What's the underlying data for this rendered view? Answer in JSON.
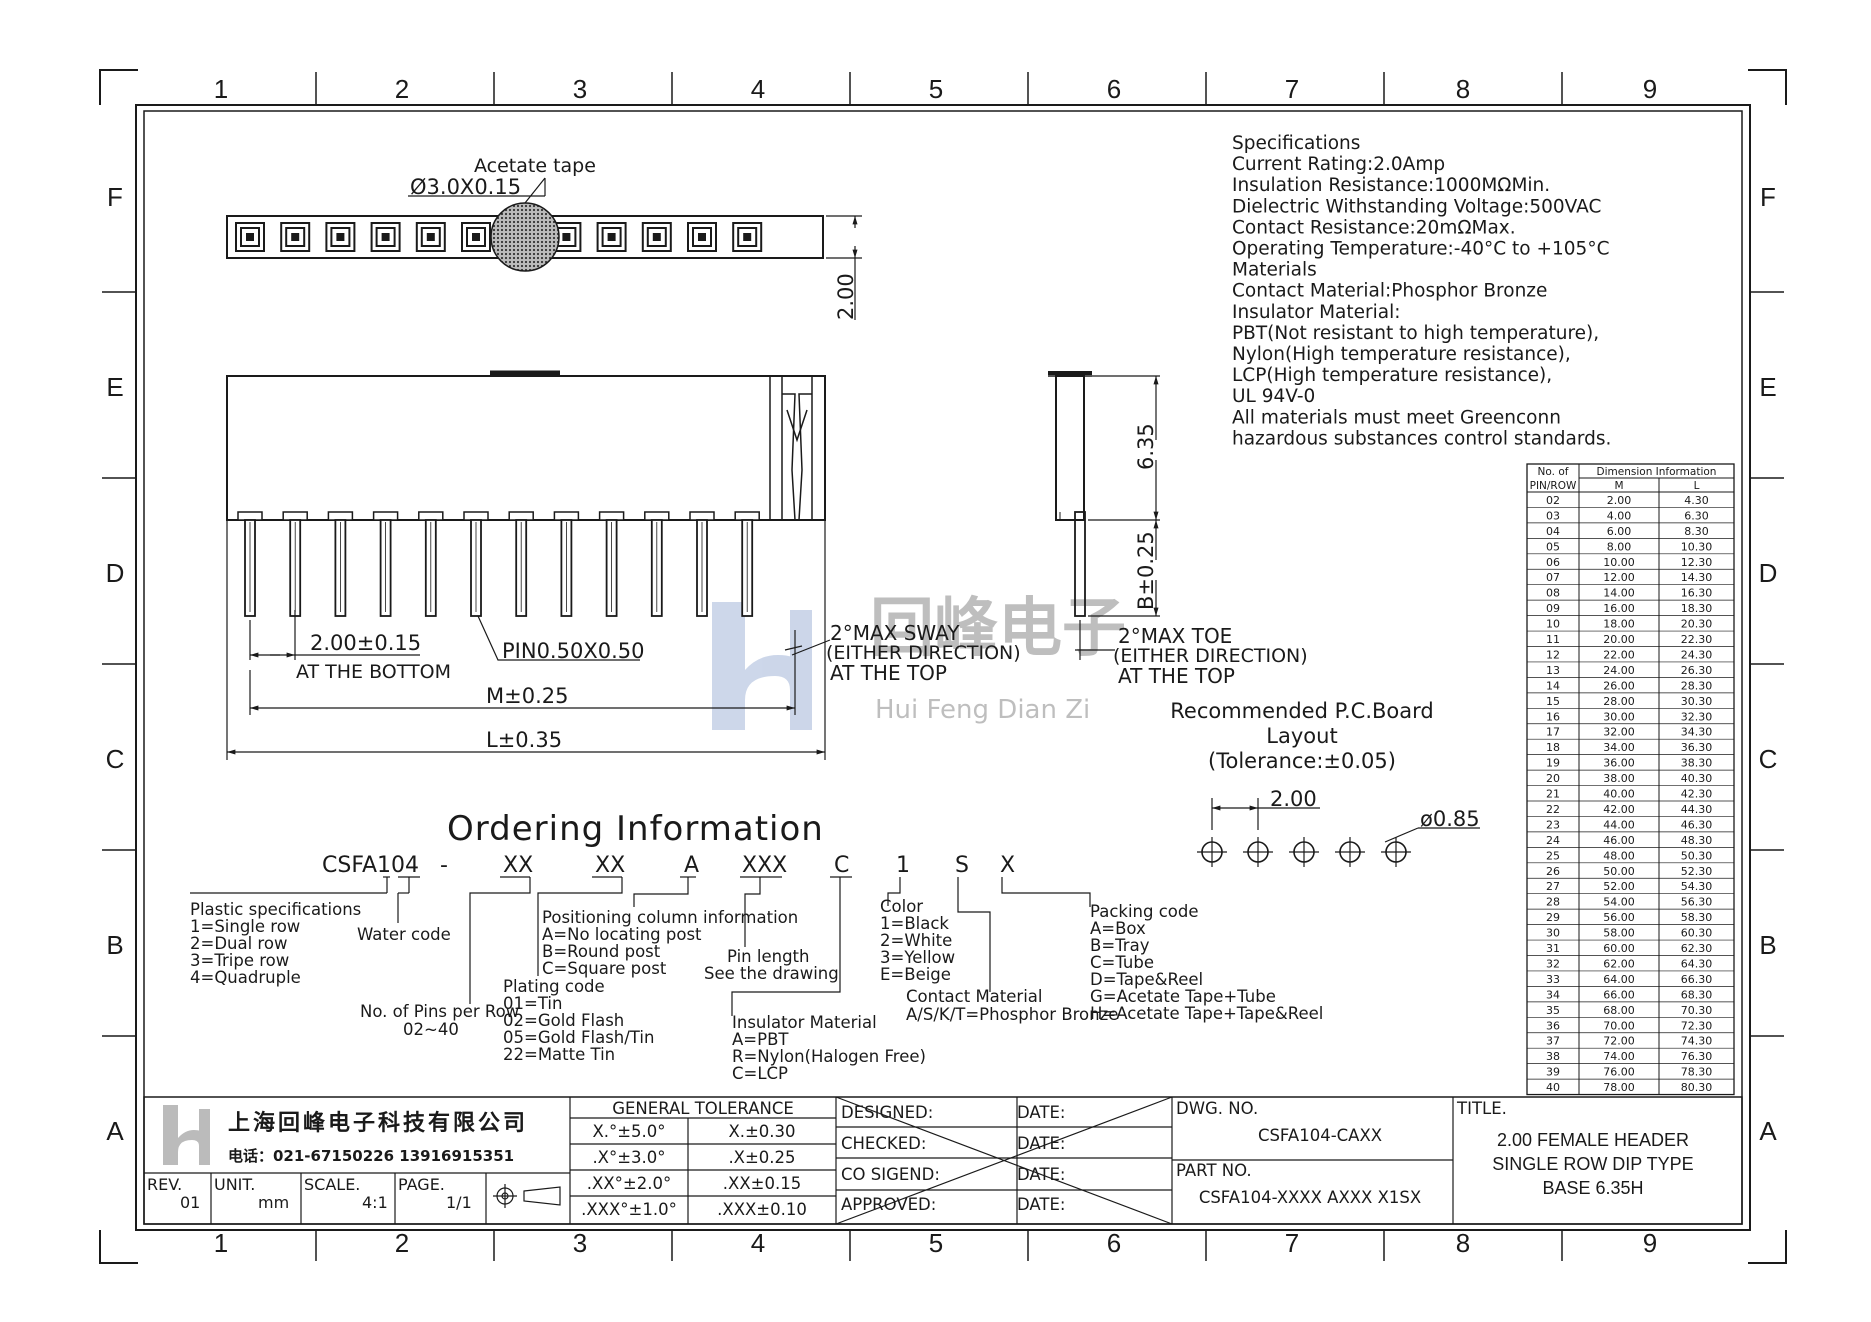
{
  "border": {
    "cols": [
      "1",
      "2",
      "3",
      "4",
      "5",
      "6",
      "7",
      "8",
      "9"
    ],
    "rows": [
      "F",
      "E",
      "D",
      "C",
      "B",
      "A"
    ]
  },
  "top_view": {
    "tape_label": "Acetate tape",
    "tape_dim": "Ø3.0X0.15",
    "height_dim": "2.00"
  },
  "front_view": {
    "pitch_dim": "2.00±0.15",
    "pitch_note": "AT THE BOTTOM",
    "pin_dim": "PIN0.50X0.50",
    "m_dim": "M±0.25",
    "l_dim": "L±0.35",
    "sway_1": "2°MAX SWAY",
    "sway_2": "(EITHER DIRECTION)",
    "sway_3": "AT THE TOP"
  },
  "side_view": {
    "body_dim": "6.35",
    "pin_dim": "B±0.25",
    "toe_1": "2°MAX TOE",
    "toe_2": "(EITHER DIRECTION)",
    "toe_3": "AT THE TOP"
  },
  "pcb": {
    "title_1": "Recommended P.C.Board",
    "title_2": "Layout",
    "tolerance": "(Tolerance:±0.05)",
    "pitch": "2.00",
    "hole": "ø0.85"
  },
  "watermark": {
    "cn": "回峰电子",
    "en": "Hui Feng Dian Zi"
  },
  "specs": [
    "Specifications",
    "Current Rating:2.0Amp",
    "Insulation Resistance:1000MΩMin.",
    "Dielectric Withstanding Voltage:500VAC",
    "Contact Resistance:20mΩMax.",
    "Operating Temperature:-40°C to +105°C",
    "Materials",
    "Contact Material:Phosphor Bronze",
    "Insulator Material:",
    "PBT(Not resistant to high temperature),",
    "Nylon(High temperature resistance),",
    "LCP(High temperature resistance),",
    "UL 94V-0",
    "All materials must meet Greenconn",
    "hazardous substances control standards."
  ],
  "dim_table": {
    "h1": "No. of",
    "h2": "PIN/ROW",
    "h_group": "Dimension Information",
    "h_m": "M",
    "h_l": "L",
    "rows": [
      [
        "02",
        "2.00",
        "4.30"
      ],
      [
        "03",
        "4.00",
        "6.30"
      ],
      [
        "04",
        "6.00",
        "8.30"
      ],
      [
        "05",
        "8.00",
        "10.30"
      ],
      [
        "06",
        "10.00",
        "12.30"
      ],
      [
        "07",
        "12.00",
        "14.30"
      ],
      [
        "08",
        "14.00",
        "16.30"
      ],
      [
        "09",
        "16.00",
        "18.30"
      ],
      [
        "10",
        "18.00",
        "20.30"
      ],
      [
        "11",
        "20.00",
        "22.30"
      ],
      [
        "12",
        "22.00",
        "24.30"
      ],
      [
        "13",
        "24.00",
        "26.30"
      ],
      [
        "14",
        "26.00",
        "28.30"
      ],
      [
        "15",
        "28.00",
        "30.30"
      ],
      [
        "16",
        "30.00",
        "32.30"
      ],
      [
        "17",
        "32.00",
        "34.30"
      ],
      [
        "18",
        "34.00",
        "36.30"
      ],
      [
        "19",
        "36.00",
        "38.30"
      ],
      [
        "20",
        "38.00",
        "40.30"
      ],
      [
        "21",
        "40.00",
        "42.30"
      ],
      [
        "22",
        "42.00",
        "44.30"
      ],
      [
        "23",
        "44.00",
        "46.30"
      ],
      [
        "24",
        "46.00",
        "48.30"
      ],
      [
        "25",
        "48.00",
        "50.30"
      ],
      [
        "26",
        "50.00",
        "52.30"
      ],
      [
        "27",
        "52.00",
        "54.30"
      ],
      [
        "28",
        "54.00",
        "56.30"
      ],
      [
        "29",
        "56.00",
        "58.30"
      ],
      [
        "30",
        "58.00",
        "60.30"
      ],
      [
        "31",
        "60.00",
        "62.30"
      ],
      [
        "32",
        "62.00",
        "64.30"
      ],
      [
        "33",
        "64.00",
        "66.30"
      ],
      [
        "34",
        "66.00",
        "68.30"
      ],
      [
        "35",
        "68.00",
        "70.30"
      ],
      [
        "36",
        "70.00",
        "72.30"
      ],
      [
        "37",
        "72.00",
        "74.30"
      ],
      [
        "38",
        "74.00",
        "76.30"
      ],
      [
        "39",
        "76.00",
        "78.30"
      ],
      [
        "40",
        "78.00",
        "80.30"
      ]
    ]
  },
  "ordering": {
    "title": "Ordering Information",
    "code": [
      "CSFA104",
      "-",
      "XX",
      "XX",
      "A",
      "XXX",
      "C",
      "1",
      "S",
      "X"
    ],
    "plastic": [
      "Plastic specifications",
      "1=Single row",
      "2=Dual row",
      "3=Tripe row",
      "4=Quadruple"
    ],
    "water": "Water code",
    "pins": [
      "No. of Pins per Row",
      "02~40"
    ],
    "plating": [
      "Plating code",
      "01=Tin",
      "02=Gold Flash",
      "05=Gold Flash/Tin",
      "22=Matte Tin"
    ],
    "positioning": [
      "Positioning column information",
      "A=No locating post",
      "B=Round post",
      "C=Square post"
    ],
    "pin_length": [
      "Pin length",
      "See the drawing"
    ],
    "insulator": [
      "Insulator Material",
      "A=PBT",
      "R=Nylon(Halogen Free)",
      "C=LCP"
    ],
    "color": [
      "Color",
      "1=Black",
      "2=White",
      "3=Yellow",
      "E=Beige"
    ],
    "contact": [
      "Contact Material",
      "A/S/K/T=Phosphor Bronze"
    ],
    "packing": [
      "Packing code",
      "A=Box",
      "B=Tray",
      "C=Tube",
      "D=Tape&Reel",
      "G=Acetate Tape+Tube",
      "H=Acetate Tape+Tape&Reel"
    ]
  },
  "title_block": {
    "company": "上海回峰电子科技有限公司",
    "phone": "电话：021-67150226 13916915351",
    "rev_label": "REV.",
    "rev": "01",
    "unit_label": "UNIT.",
    "unit": "mm",
    "scale_label": "SCALE.",
    "scale": "4:1",
    "page_label": "PAGE.",
    "page": "1/1",
    "tol_title": "GENERAL TOLERANCE",
    "tol_rows": [
      [
        "X.°±5.0°",
        "X.±0.30"
      ],
      [
        ".X°±3.0°",
        ".X±0.25"
      ],
      [
        ".XX°±2.0°",
        ".XX±0.15"
      ],
      [
        ".XXX°±1.0°",
        ".XXX±0.10"
      ]
    ],
    "designed": "DESIGNED:",
    "checked": "CHECKED:",
    "co_signed": "CO SIGEND:",
    "approved": "APPROVED:",
    "date": "DATE:",
    "dwg_label": "DWG. NO.",
    "dwg": "CSFA104-CAXX",
    "part_label": "PART NO.",
    "part": "CSFA104-XXXX AXXX X1SX",
    "title_label": "TITLE.",
    "title_lines": [
      "2.00 FEMALE HEADER",
      "SINGLE ROW DIP TYPE",
      "BASE 6.35H"
    ]
  }
}
